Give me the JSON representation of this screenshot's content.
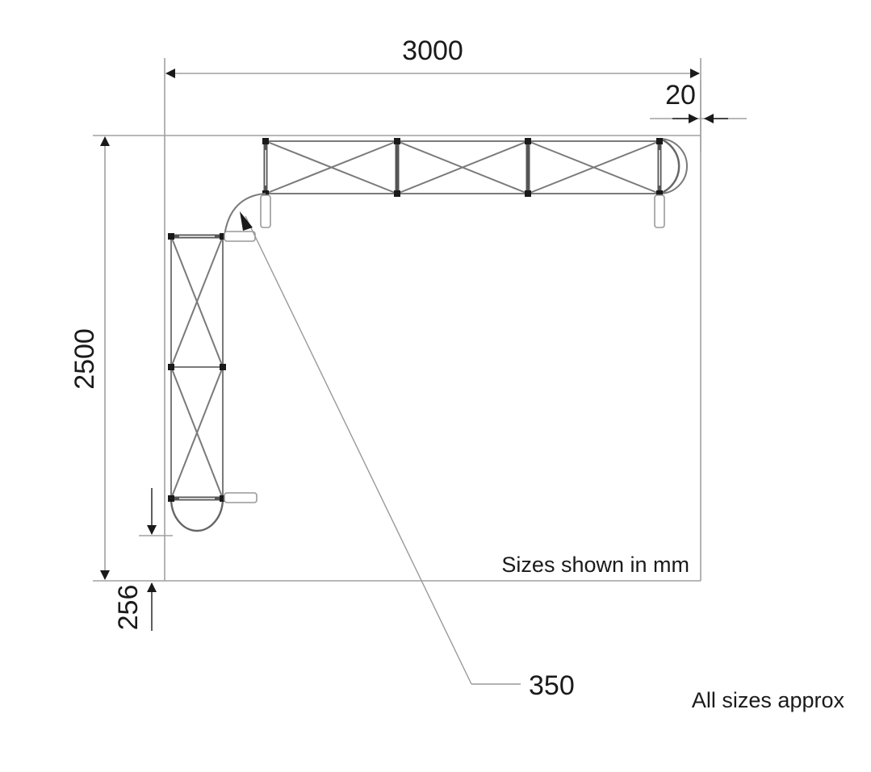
{
  "dimensions": {
    "width": "3000",
    "height": "2500",
    "gap": "20",
    "offset": "256",
    "radius": "350"
  },
  "notes": {
    "units": "Sizes shown in mm",
    "approx": "All sizes approx"
  },
  "colors": {
    "line": "#222222",
    "frame": "#9a9a9a",
    "truss": "#7a7a7a",
    "joint": "#1a1a1a",
    "background": "#ffffff"
  }
}
